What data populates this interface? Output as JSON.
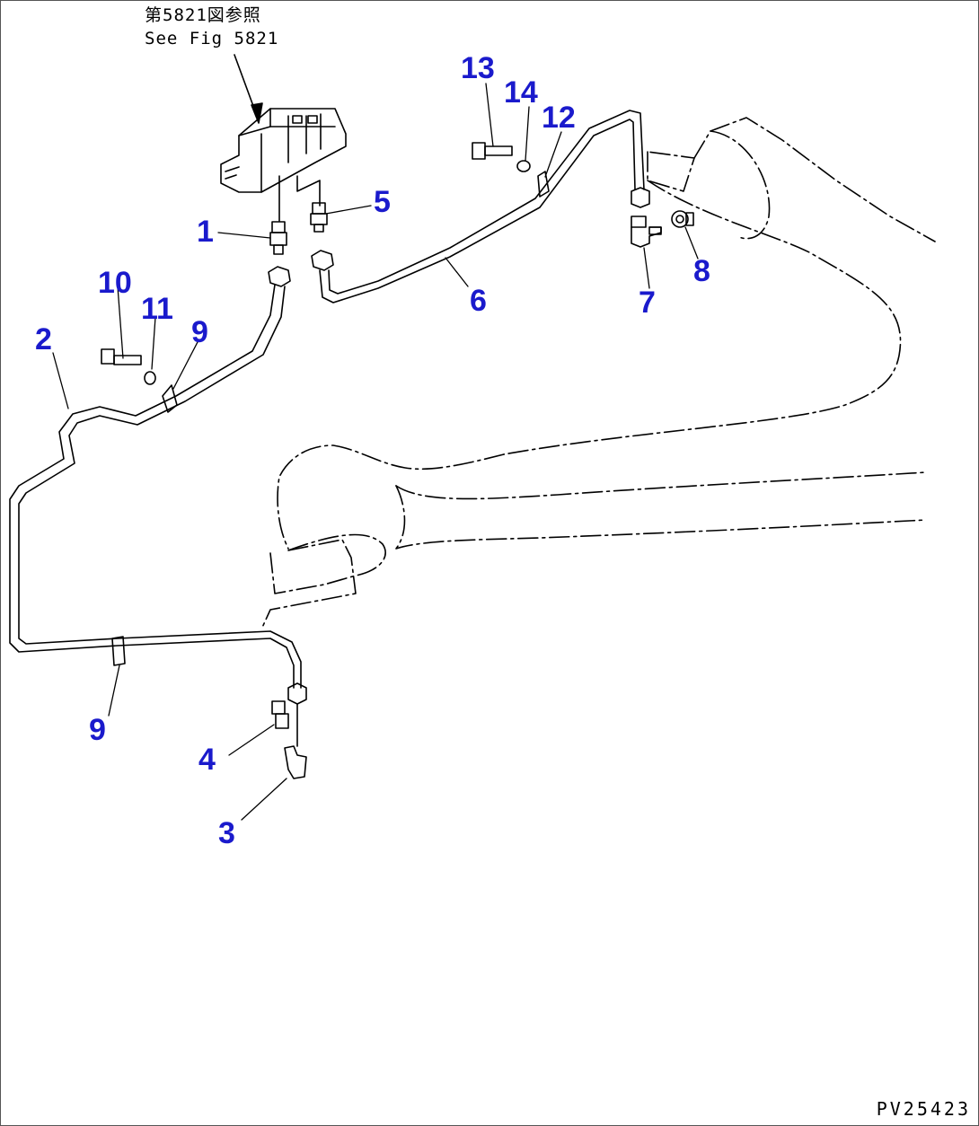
{
  "reference": {
    "line1": "第5821図参照",
    "line2": "See Fig 5821"
  },
  "callouts": {
    "c1": "1",
    "c2": "2",
    "c3": "3",
    "c4": "4",
    "c5": "5",
    "c6": "6",
    "c7": "7",
    "c8": "8",
    "c9a": "9",
    "c9b": "9",
    "c10": "10",
    "c11": "11",
    "c12": "12",
    "c13": "13",
    "c14": "14"
  },
  "drawing_code": "PV25423",
  "colors": {
    "callout": "#1a1acc",
    "line": "#000000"
  }
}
